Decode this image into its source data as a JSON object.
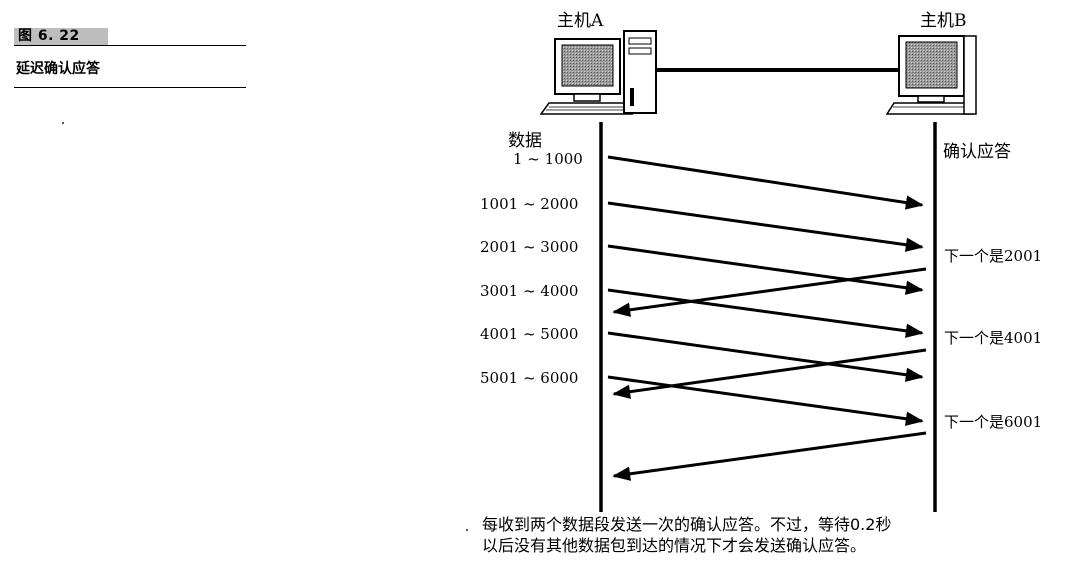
{
  "figure": {
    "number": "图 6. 22",
    "title": "延迟确认应答"
  },
  "hosts": {
    "a": {
      "label": "主机A",
      "icon": "computer-icon"
    },
    "b": {
      "label": "主机B",
      "icon": "computer-icon"
    }
  },
  "column_headers": {
    "data": "数据",
    "ack": "确认应答"
  },
  "segments": [
    {
      "label": "1 ~ 1000"
    },
    {
      "label": "1001 ~ 2000"
    },
    {
      "label": "2001 ~ 3000"
    },
    {
      "label": "3001 ~ 4000"
    },
    {
      "label": "4001 ~ 5000"
    },
    {
      "label": "5001 ~ 6000"
    }
  ],
  "acks": [
    {
      "label": "下一个是2001"
    },
    {
      "label": "下一个是4001"
    },
    {
      "label": "下一个是6001"
    }
  ],
  "note": {
    "line1": "每收到两个数据段发送一次的确认应答。不过，等待0.2秒",
    "line2": "以后没有其他数据包到达的情况下才会发送确认应答。"
  }
}
